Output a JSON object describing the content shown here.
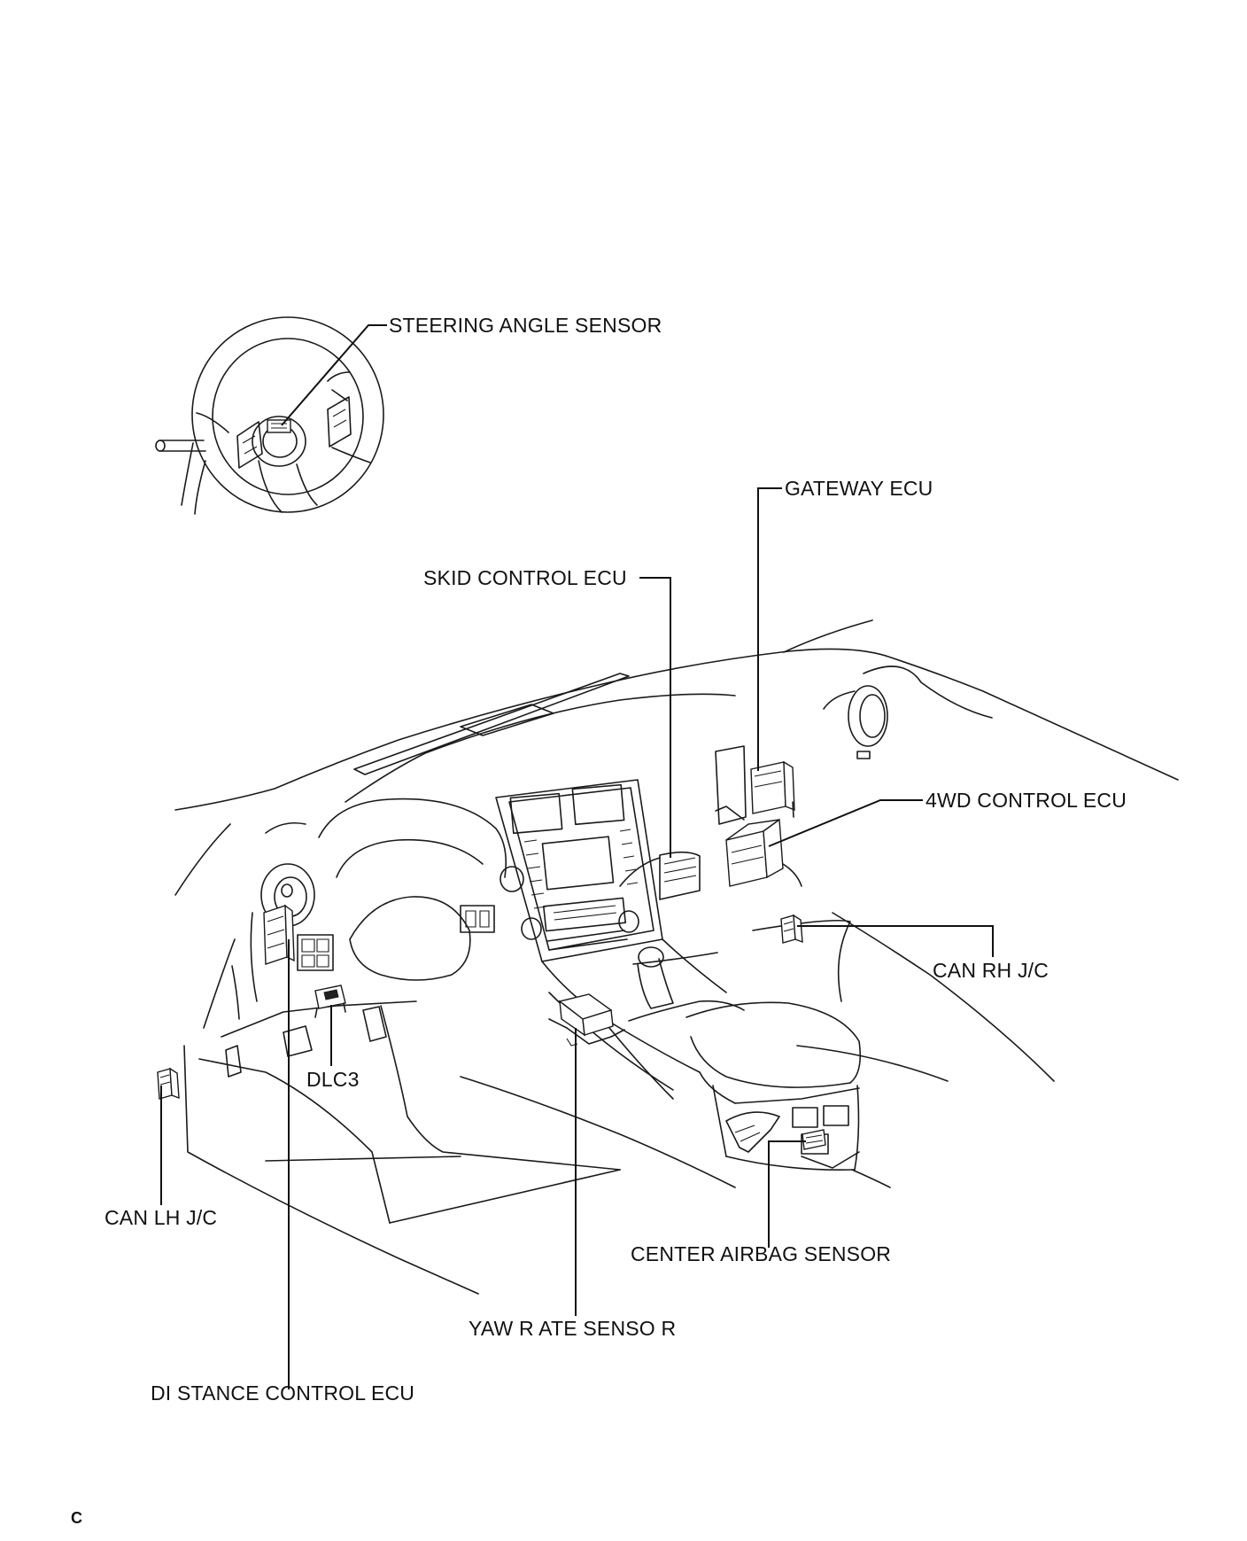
{
  "labels": {
    "steering_angle_sensor": "STEERING ANGLE SENSOR",
    "gateway_ecu": "GATEWAY ECU",
    "skid_control_ecu": "SKID CONTROL ECU",
    "fourwd_control_ecu": "4WD CONTROL ECU",
    "can_rh_jc": "CAN RH J/C",
    "dlc3": "DLC3",
    "can_lh_jc": "CAN LH J/C",
    "center_airbag_sensor": "CENTER AIRBAG SENSOR",
    "yaw_rate_sensor": "YAW R ATE SENSO  R",
    "distance_control_ecu": "DI STANCE CONTROL ECU"
  },
  "corner_mark": "C"
}
